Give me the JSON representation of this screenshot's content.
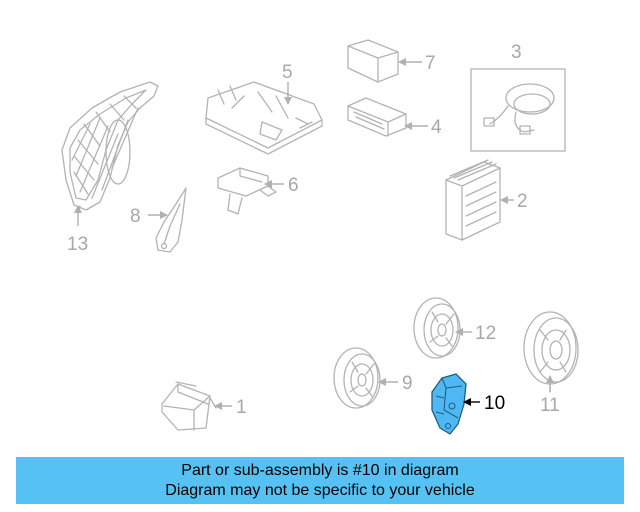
{
  "callouts": {
    "c1": "1",
    "c2": "2",
    "c3": "3",
    "c4": "4",
    "c5": "5",
    "c6": "6",
    "c7": "7",
    "c8": "8",
    "c9": "9",
    "c10": "10",
    "c11": "11",
    "c12": "12",
    "c13": "13"
  },
  "highlighted_part": "10",
  "colors": {
    "highlight": "#4fb8f2",
    "banner": "#55c2f3",
    "line": "#b3b3b3"
  },
  "banner": {
    "line1": "Part or sub-assembly is #10 in diagram",
    "line2": "Diagram may not be specific to your vehicle"
  }
}
